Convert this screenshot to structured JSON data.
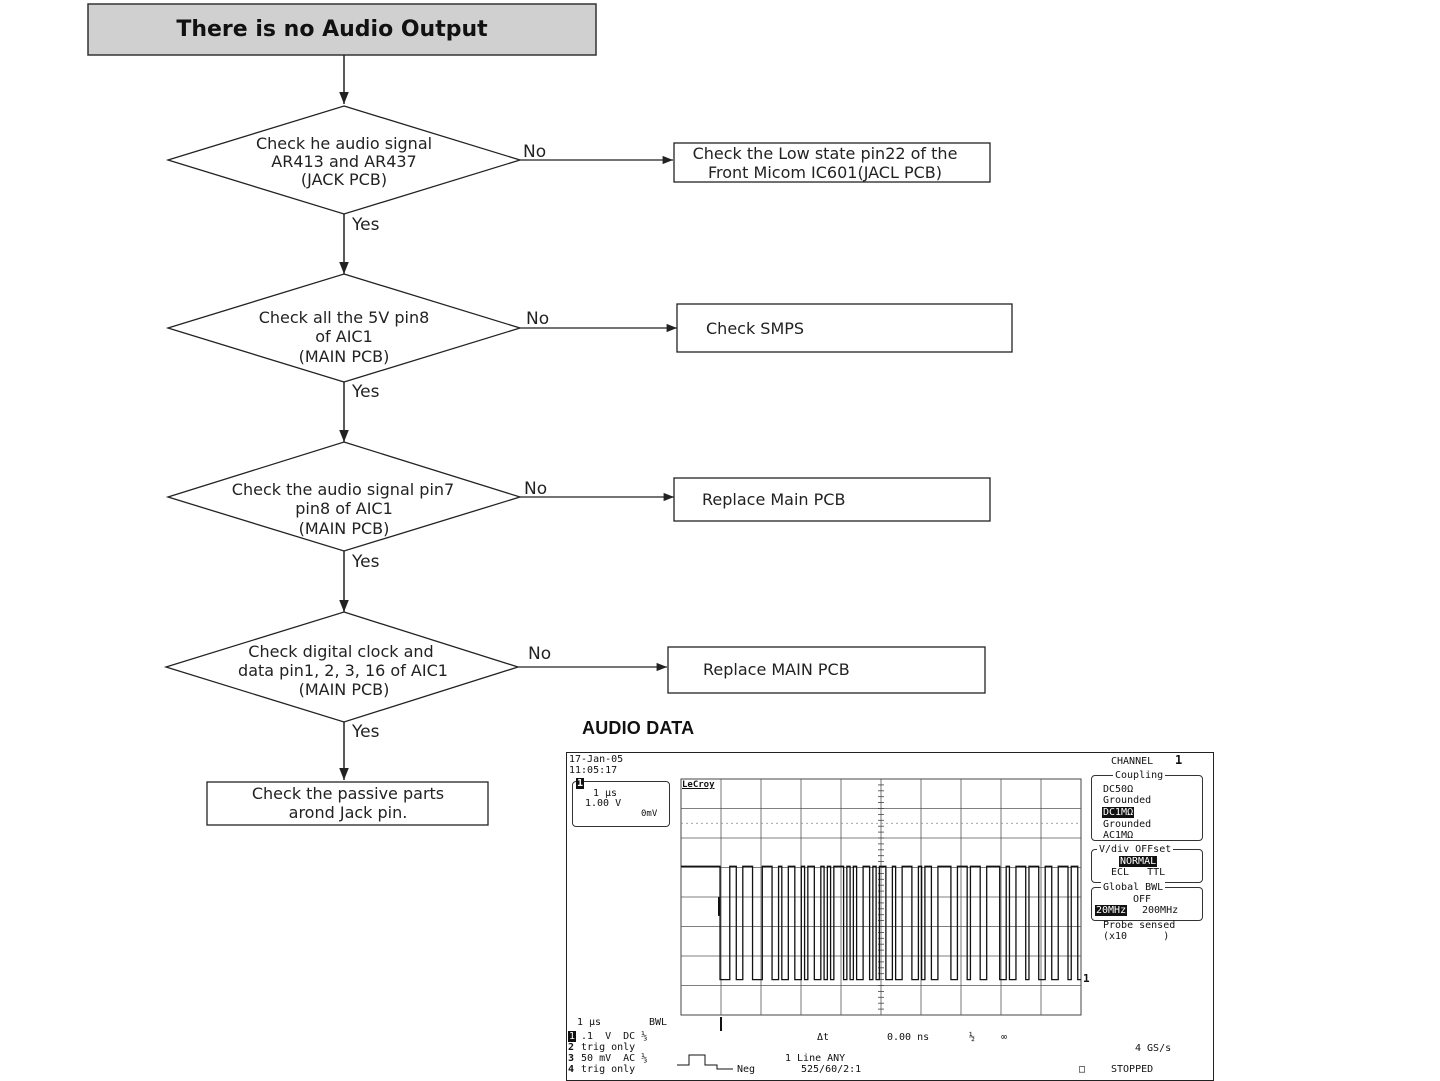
{
  "title": "There is no Audio Output",
  "decisions": [
    {
      "lines": [
        "Check he audio signal",
        "AR413 and AR437",
        "(JACK PCB)"
      ],
      "no_label": "No",
      "yes_label": "Yes",
      "no_action": [
        "Check the Low state pin22 of the",
        "Front Micom IC601(JACL PCB)"
      ]
    },
    {
      "lines": [
        "Check all the 5V pin8",
        "of AIC1",
        "(MAIN PCB)"
      ],
      "no_label": "No",
      "yes_label": "Yes",
      "no_action": [
        "Check SMPS"
      ]
    },
    {
      "lines": [
        "Check the audio signal pin7",
        "pin8 of AIC1",
        "(MAIN PCB)"
      ],
      "no_label": "No",
      "yes_label": "Yes",
      "no_action": [
        "Replace Main PCB"
      ]
    },
    {
      "lines": [
        "Check digital clock and",
        "data pin1, 2, 3, 16 of AIC1",
        "(MAIN PCB)"
      ],
      "no_label": "No",
      "yes_label": "Yes",
      "no_action": [
        "Replace MAIN PCB"
      ]
    }
  ],
  "final_action": [
    "Check the passive parts",
    "arond Jack pin."
  ],
  "audio_data_title": "AUDIO DATA",
  "scope": {
    "date": "17-Jan-05",
    "time": "11:05:17",
    "ch_box_num": "1",
    "ch_box_time": "1 μs",
    "ch_box_volt": "1.00 V",
    "ch_box_offset": "0mV",
    "brand": "LeCroy",
    "channel_label": "CHANNEL",
    "channel_num": "1",
    "coupling_title": "Coupling",
    "coupling_opts": [
      "DC50Ω",
      "Grounded",
      "DC1MΩ",
      "Grounded",
      "AC1MΩ"
    ],
    "coupling_selected": "DC1MΩ",
    "vdiv_title": "V/div OFFset",
    "vdiv_selected": "NORMAL",
    "vdiv_opts": "ECL   TTL",
    "bwl_title": "Global BWL",
    "bwl_off": "OFF",
    "bwl_selected": "20MHz",
    "bwl_other": "200MHz",
    "probe": "Probe sensed",
    "probe_val": "(x10      )",
    "bottom_timebase": "1 μs",
    "bottom_bwl": "BWL",
    "ch_rows": [
      {
        "num": "1",
        "text": " .1  V  DC ⅓"
      },
      {
        "num": "2",
        "text": " trig only"
      },
      {
        "num": "3",
        "text": " 50 mV  AC ⅓"
      },
      {
        "num": "4",
        "text": " trig only"
      }
    ],
    "delta_t": "Δt",
    "delta_val": "0.00 ns",
    "inf": "∞",
    "rate": "4 GS/s",
    "trig_neg": "Neg",
    "line_info": "1 Line ANY",
    "line_fmt": "525/60/2:1",
    "status": "STOPPED",
    "marker_1": "1",
    "waveform": [
      1,
      1,
      1,
      1,
      1,
      1,
      1,
      1,
      1,
      1,
      1,
      1,
      0,
      0,
      0,
      1,
      1,
      0,
      0,
      1,
      1,
      1,
      0,
      0,
      0,
      1,
      1,
      1,
      0,
      0,
      1,
      0,
      0,
      1,
      1,
      0,
      0,
      1,
      0,
      1,
      1,
      0,
      0,
      1,
      0,
      1,
      0,
      1,
      1,
      1,
      0,
      1,
      0,
      1,
      0,
      0,
      1,
      1,
      0,
      1,
      0,
      1,
      1,
      0,
      0,
      1,
      0,
      0,
      1,
      1,
      1,
      0,
      0,
      1,
      0,
      1,
      1,
      0,
      0,
      1,
      1,
      1,
      1,
      0,
      0,
      1,
      1,
      1,
      0,
      1,
      1,
      1,
      0,
      0,
      1,
      1,
      1,
      1,
      0,
      0,
      1,
      0,
      0,
      1,
      1,
      1,
      0,
      1,
      1,
      1,
      0,
      0,
      1,
      1,
      0,
      0,
      1,
      1,
      1,
      0,
      1,
      1,
      0
    ]
  }
}
